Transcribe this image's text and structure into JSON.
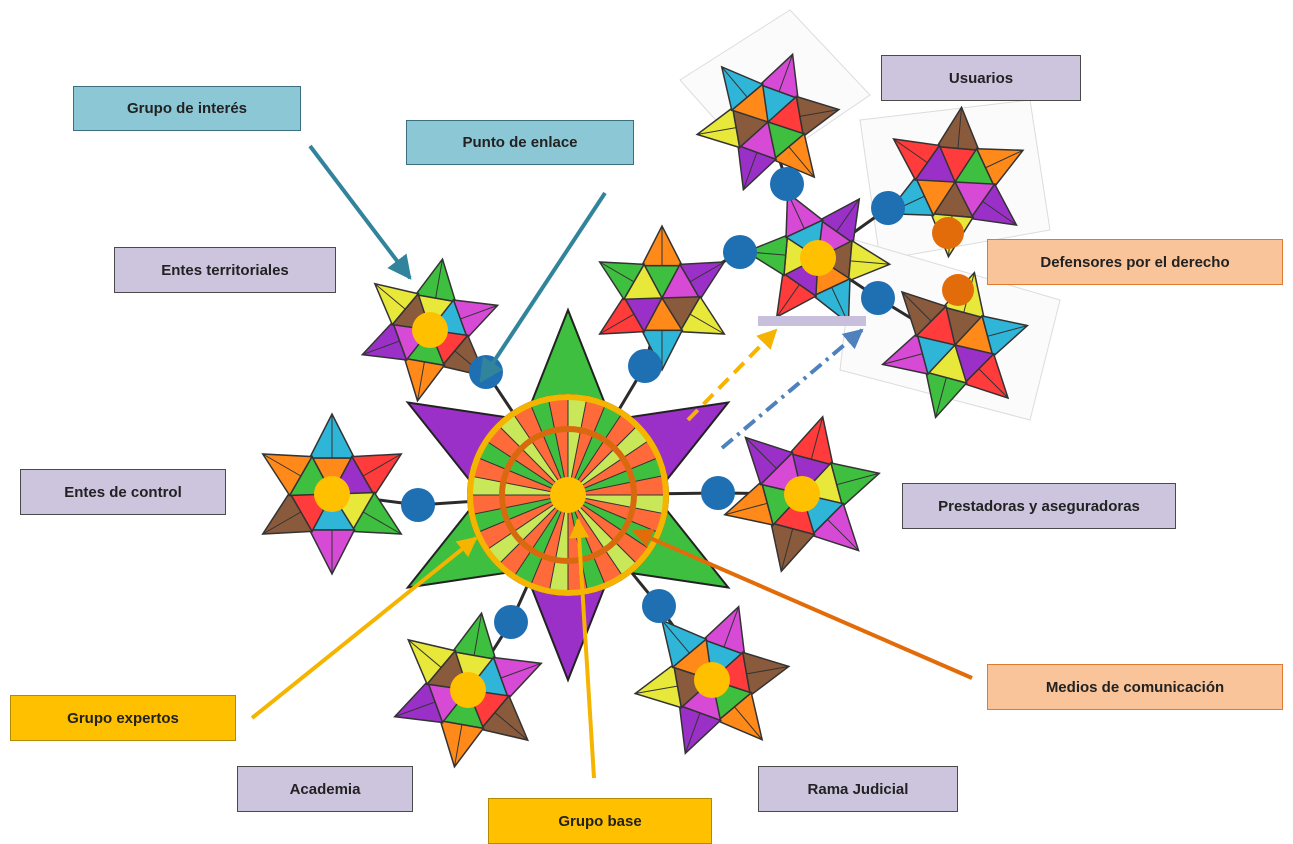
{
  "labels": {
    "grupo_interes": "Grupo de interés",
    "punto_enlace": "Punto de enlace",
    "usuarios": "Usuarios",
    "entes_territoriales": "Entes territoriales",
    "defensores": "Defensores por el derecho",
    "entes_control": "Entes de control",
    "prestadoras": "Prestadoras y aseguradoras",
    "grupo_expertos": "Grupo expertos",
    "medios": "Medios de comunicación",
    "academia": "Academia",
    "rama_judicial": "Rama Judicial",
    "grupo_base": "Grupo base"
  },
  "colors": {
    "link_node": "#1f6fb3",
    "center_node": "#ffc000",
    "defender_node": "#e36c0a",
    "expert_ring": "#f5b400",
    "base_ring": "#d9690f",
    "interest_arrow": "#31849b",
    "gold_arrow": "#f5b400",
    "orange_arrow": "#e36c0a",
    "blue_dashdot_arrow": "#4f81bd",
    "label_purple": "#cdc4de",
    "label_blue": "#8cc7d6",
    "label_orange": "#f9c49a",
    "label_gold": "#ffc000"
  },
  "petal_palette": [
    "#e8e83a",
    "#2fb5d8",
    "#ff3b3b",
    "#3fbf3f",
    "#d64ad6",
    "#8a5a3c",
    "#ff8a1a",
    "#9b30c8"
  ]
}
